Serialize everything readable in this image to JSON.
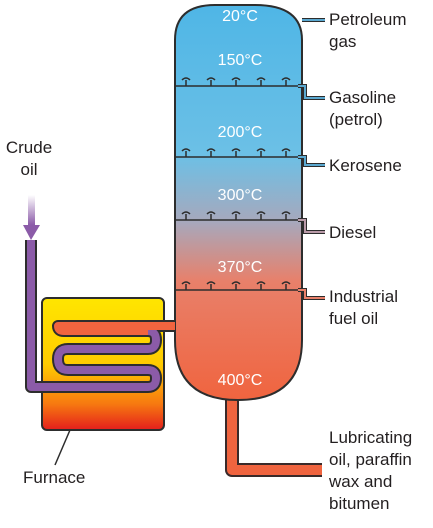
{
  "column": {
    "temperatures": [
      "20°C",
      "150°C",
      "200°C",
      "300°C",
      "370°C",
      "400°C"
    ]
  },
  "fractions": [
    {
      "line1": "Petroleum",
      "line2": "gas"
    },
    {
      "line1": "Gasoline",
      "line2": "(petrol)"
    },
    {
      "line1": "Kerosene",
      "line2": ""
    },
    {
      "line1": "Diesel",
      "line2": ""
    },
    {
      "line1": "Industrial",
      "line2": "fuel oil"
    },
    {
      "line1": "Lubricating",
      "line2": "oil, paraffin",
      "line3": "wax and",
      "line4": "bitumen"
    }
  ],
  "input": {
    "line1": "Crude",
    "line2": "oil"
  },
  "furnace": {
    "label": "Furnace"
  },
  "colors": {
    "column_top": "#4fb8e8",
    "column_bottom": "#f06a4a",
    "pipe": "#8b5ba8",
    "furnace_top": "#ffd400",
    "furnace_bottom": "#e8231b",
    "label_line": "#4a8fb8"
  }
}
